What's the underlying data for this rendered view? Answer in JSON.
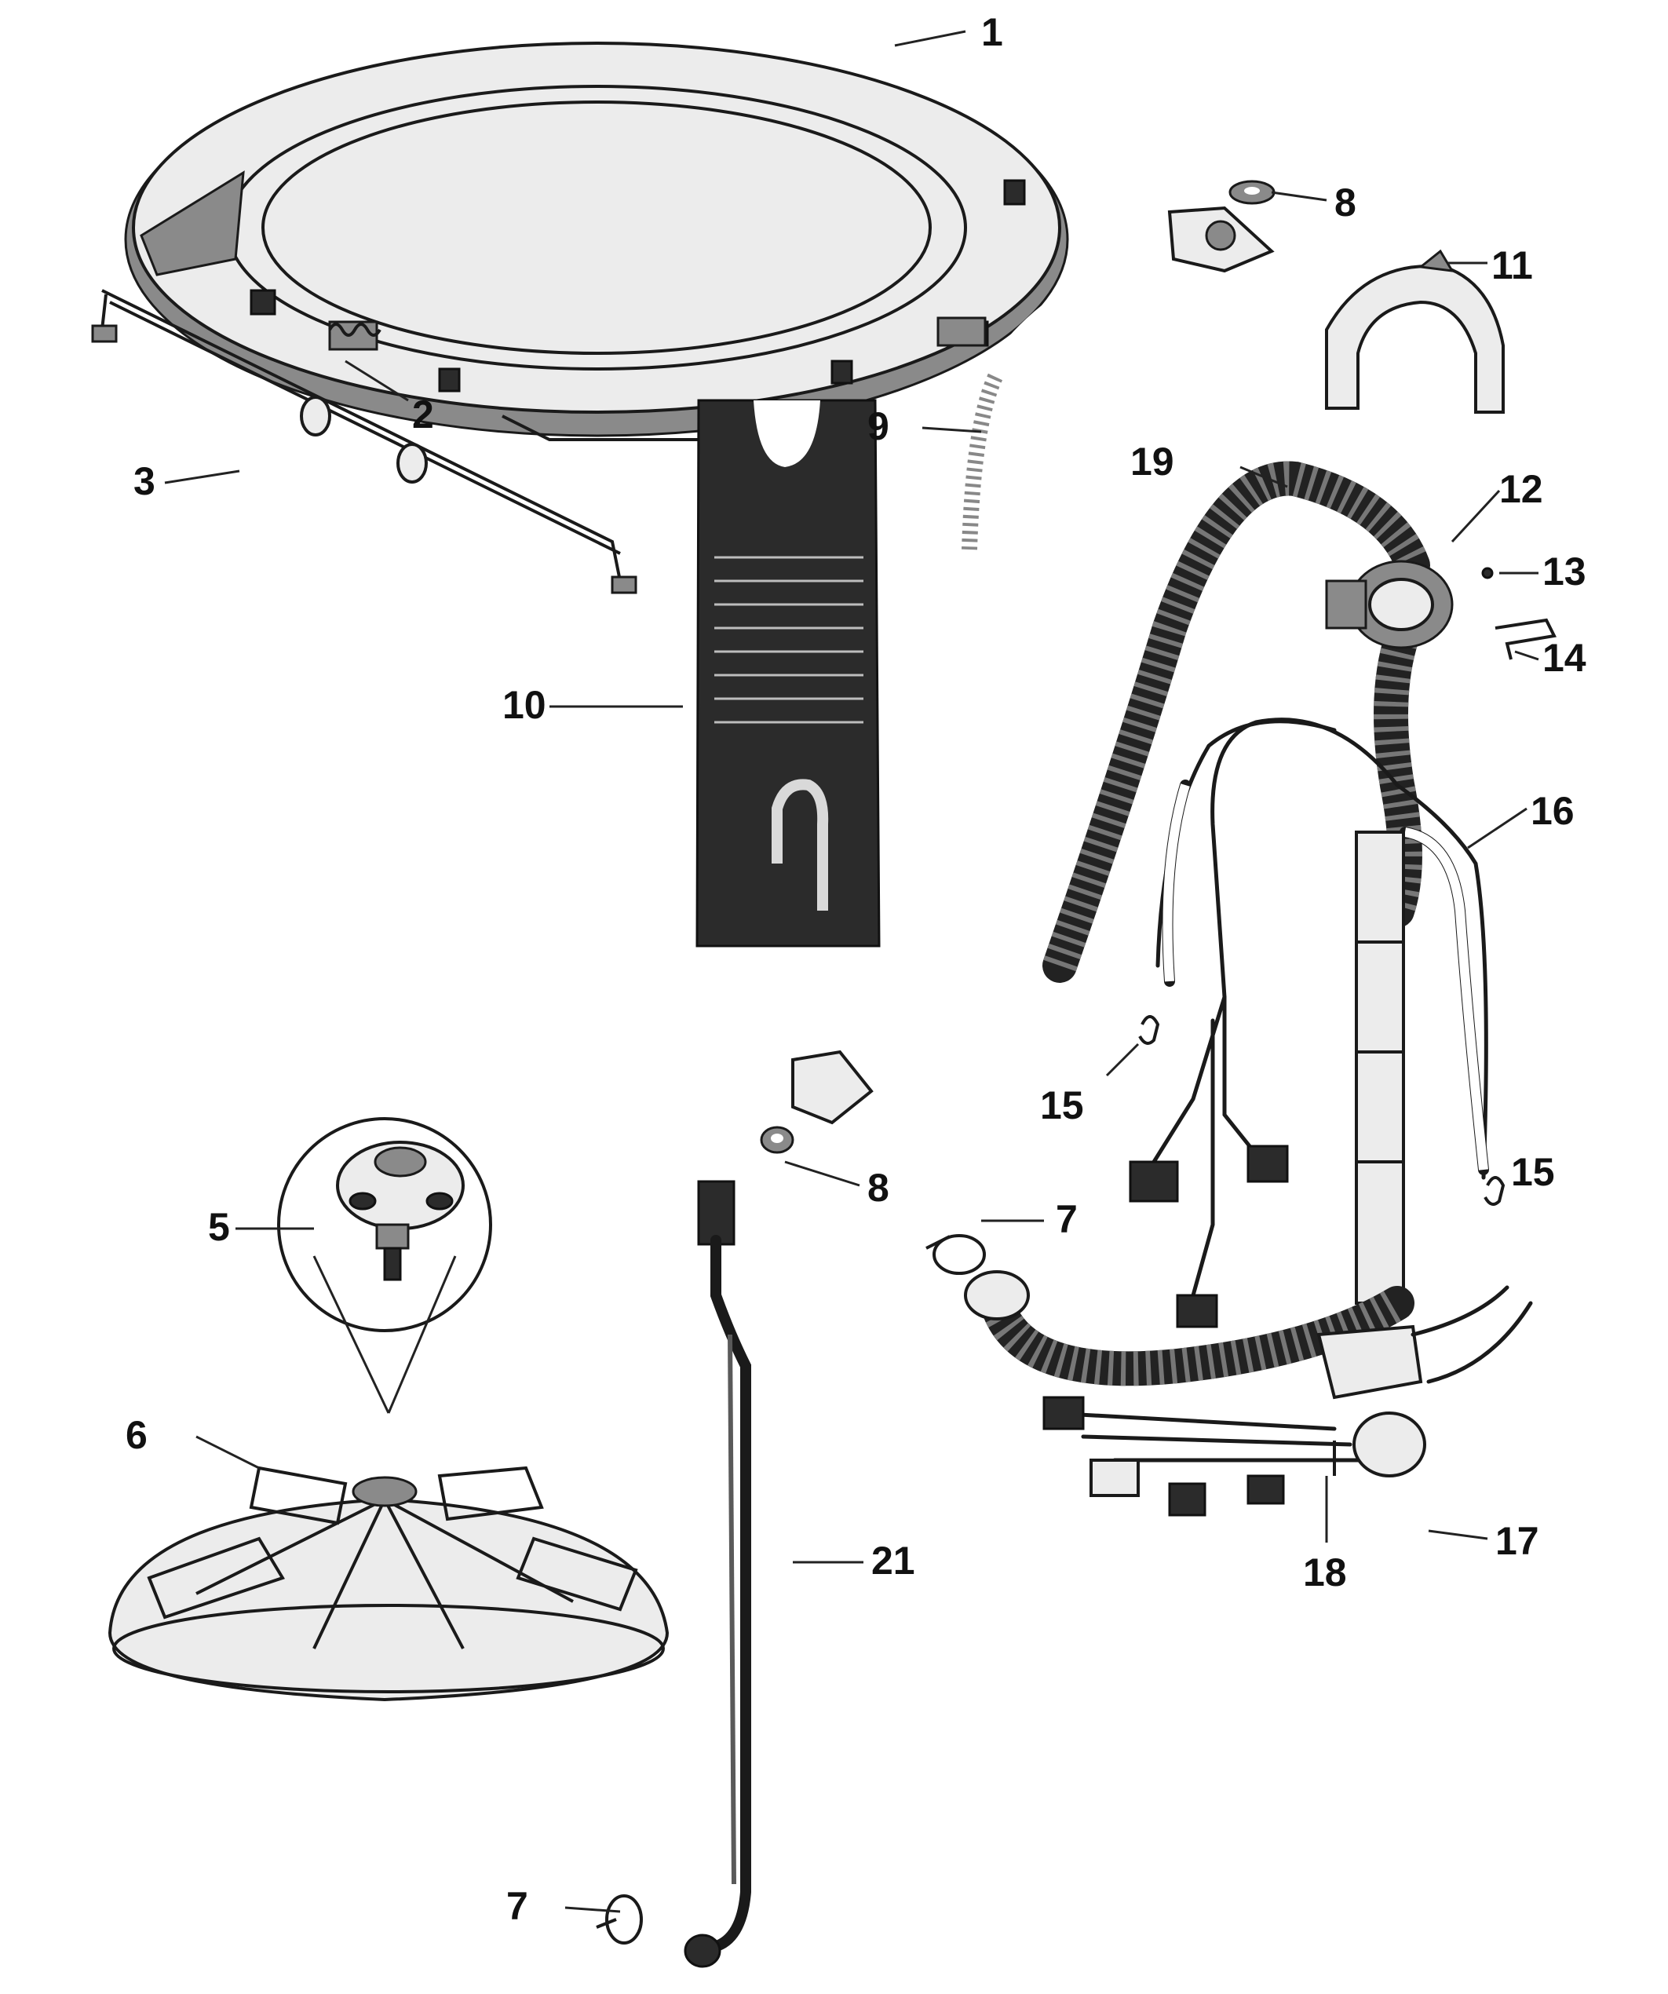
{
  "diagram": {
    "callouts": [
      "1",
      "2",
      "3",
      "5",
      "6",
      "7",
      "7",
      "8",
      "8",
      "9",
      "10",
      "11",
      "12",
      "13",
      "14",
      "15",
      "15",
      "16",
      "17",
      "18",
      "19",
      "21"
    ]
  }
}
